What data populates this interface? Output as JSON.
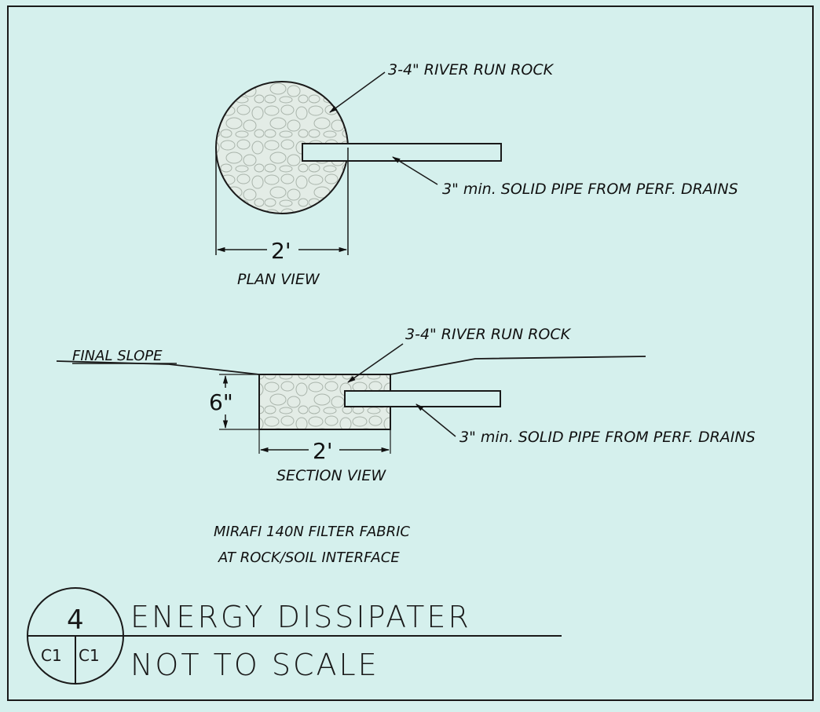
{
  "plan_view": {
    "rock_label": "3-4\" RIVER RUN ROCK",
    "pipe_label": "3\" min. SOLID PIPE FROM PERF. DRAINS",
    "dimension": "2'",
    "view_label": "PLAN VIEW"
  },
  "section_view": {
    "slope_label": "FINAL SLOPE",
    "rock_label": "3-4\" RIVER RUN ROCK",
    "pipe_label": "3\" min. SOLID PIPE FROM PERF. DRAINS",
    "depth_dimension": "6\"",
    "width_dimension": "2'",
    "view_label": "SECTION VIEW"
  },
  "notes": {
    "line1": "MIRAFI 140N FILTER FABRIC",
    "line2": "AT ROCK/SOIL INTERFACE"
  },
  "title_block": {
    "detail_number": "4",
    "sheet_ref_left": "C1",
    "sheet_ref_right": "C1",
    "title": "ENERGY DISSIPATER",
    "subtitle": "NOT TO SCALE"
  }
}
